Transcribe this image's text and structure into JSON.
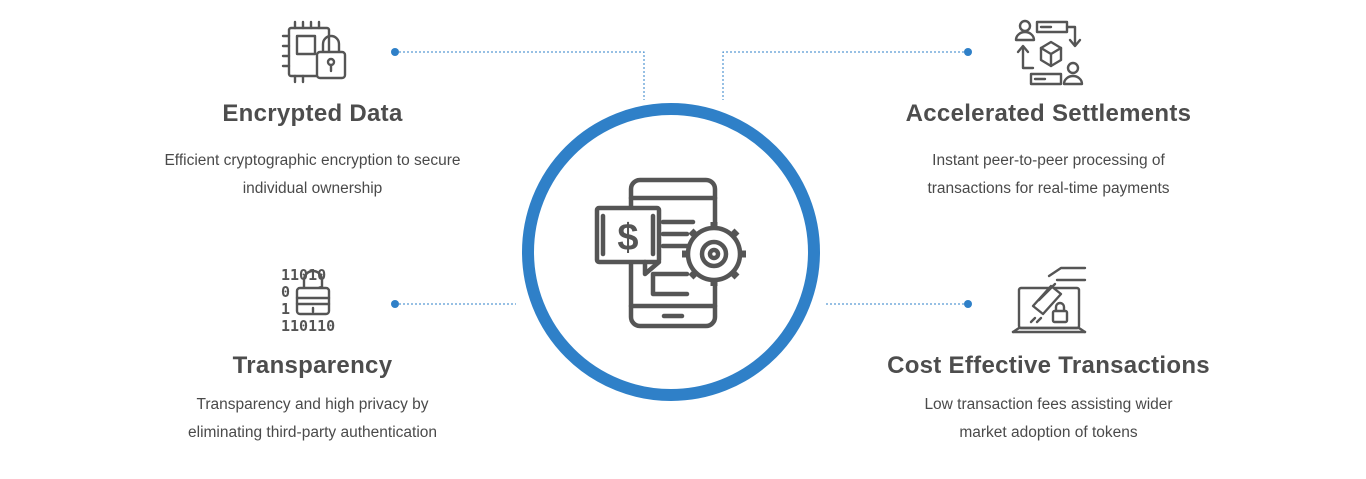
{
  "colors": {
    "accent": "#2f80c8",
    "icon": "#555555",
    "text": "#4a4a4a"
  },
  "features": [
    {
      "title": "Encrypted Data",
      "lines": [
        "Efficient cryptographic encryption to secure",
        "individual ownership"
      ],
      "icon": "chip-lock-icon"
    },
    {
      "title": "Accelerated Settlements",
      "lines": [
        "Instant peer-to-peer processing of",
        "transactions for real-time payments"
      ],
      "icon": "peer-exchange-icon"
    },
    {
      "title": "Transparency",
      "lines": [
        "Transparency and high privacy by",
        "eliminating third-party authentication"
      ],
      "icon": "binary-lock-icon",
      "binary_rows": [
        "11010",
        "0   1",
        "1  10",
        "110110"
      ]
    },
    {
      "title": "Cost Effective Transactions",
      "lines": [
        "Low transaction fees assisting wider",
        "market adoption of tokens"
      ],
      "icon": "laptop-card-icon"
    }
  ],
  "center": {
    "icon": "mobile-payment-gear-icon"
  }
}
